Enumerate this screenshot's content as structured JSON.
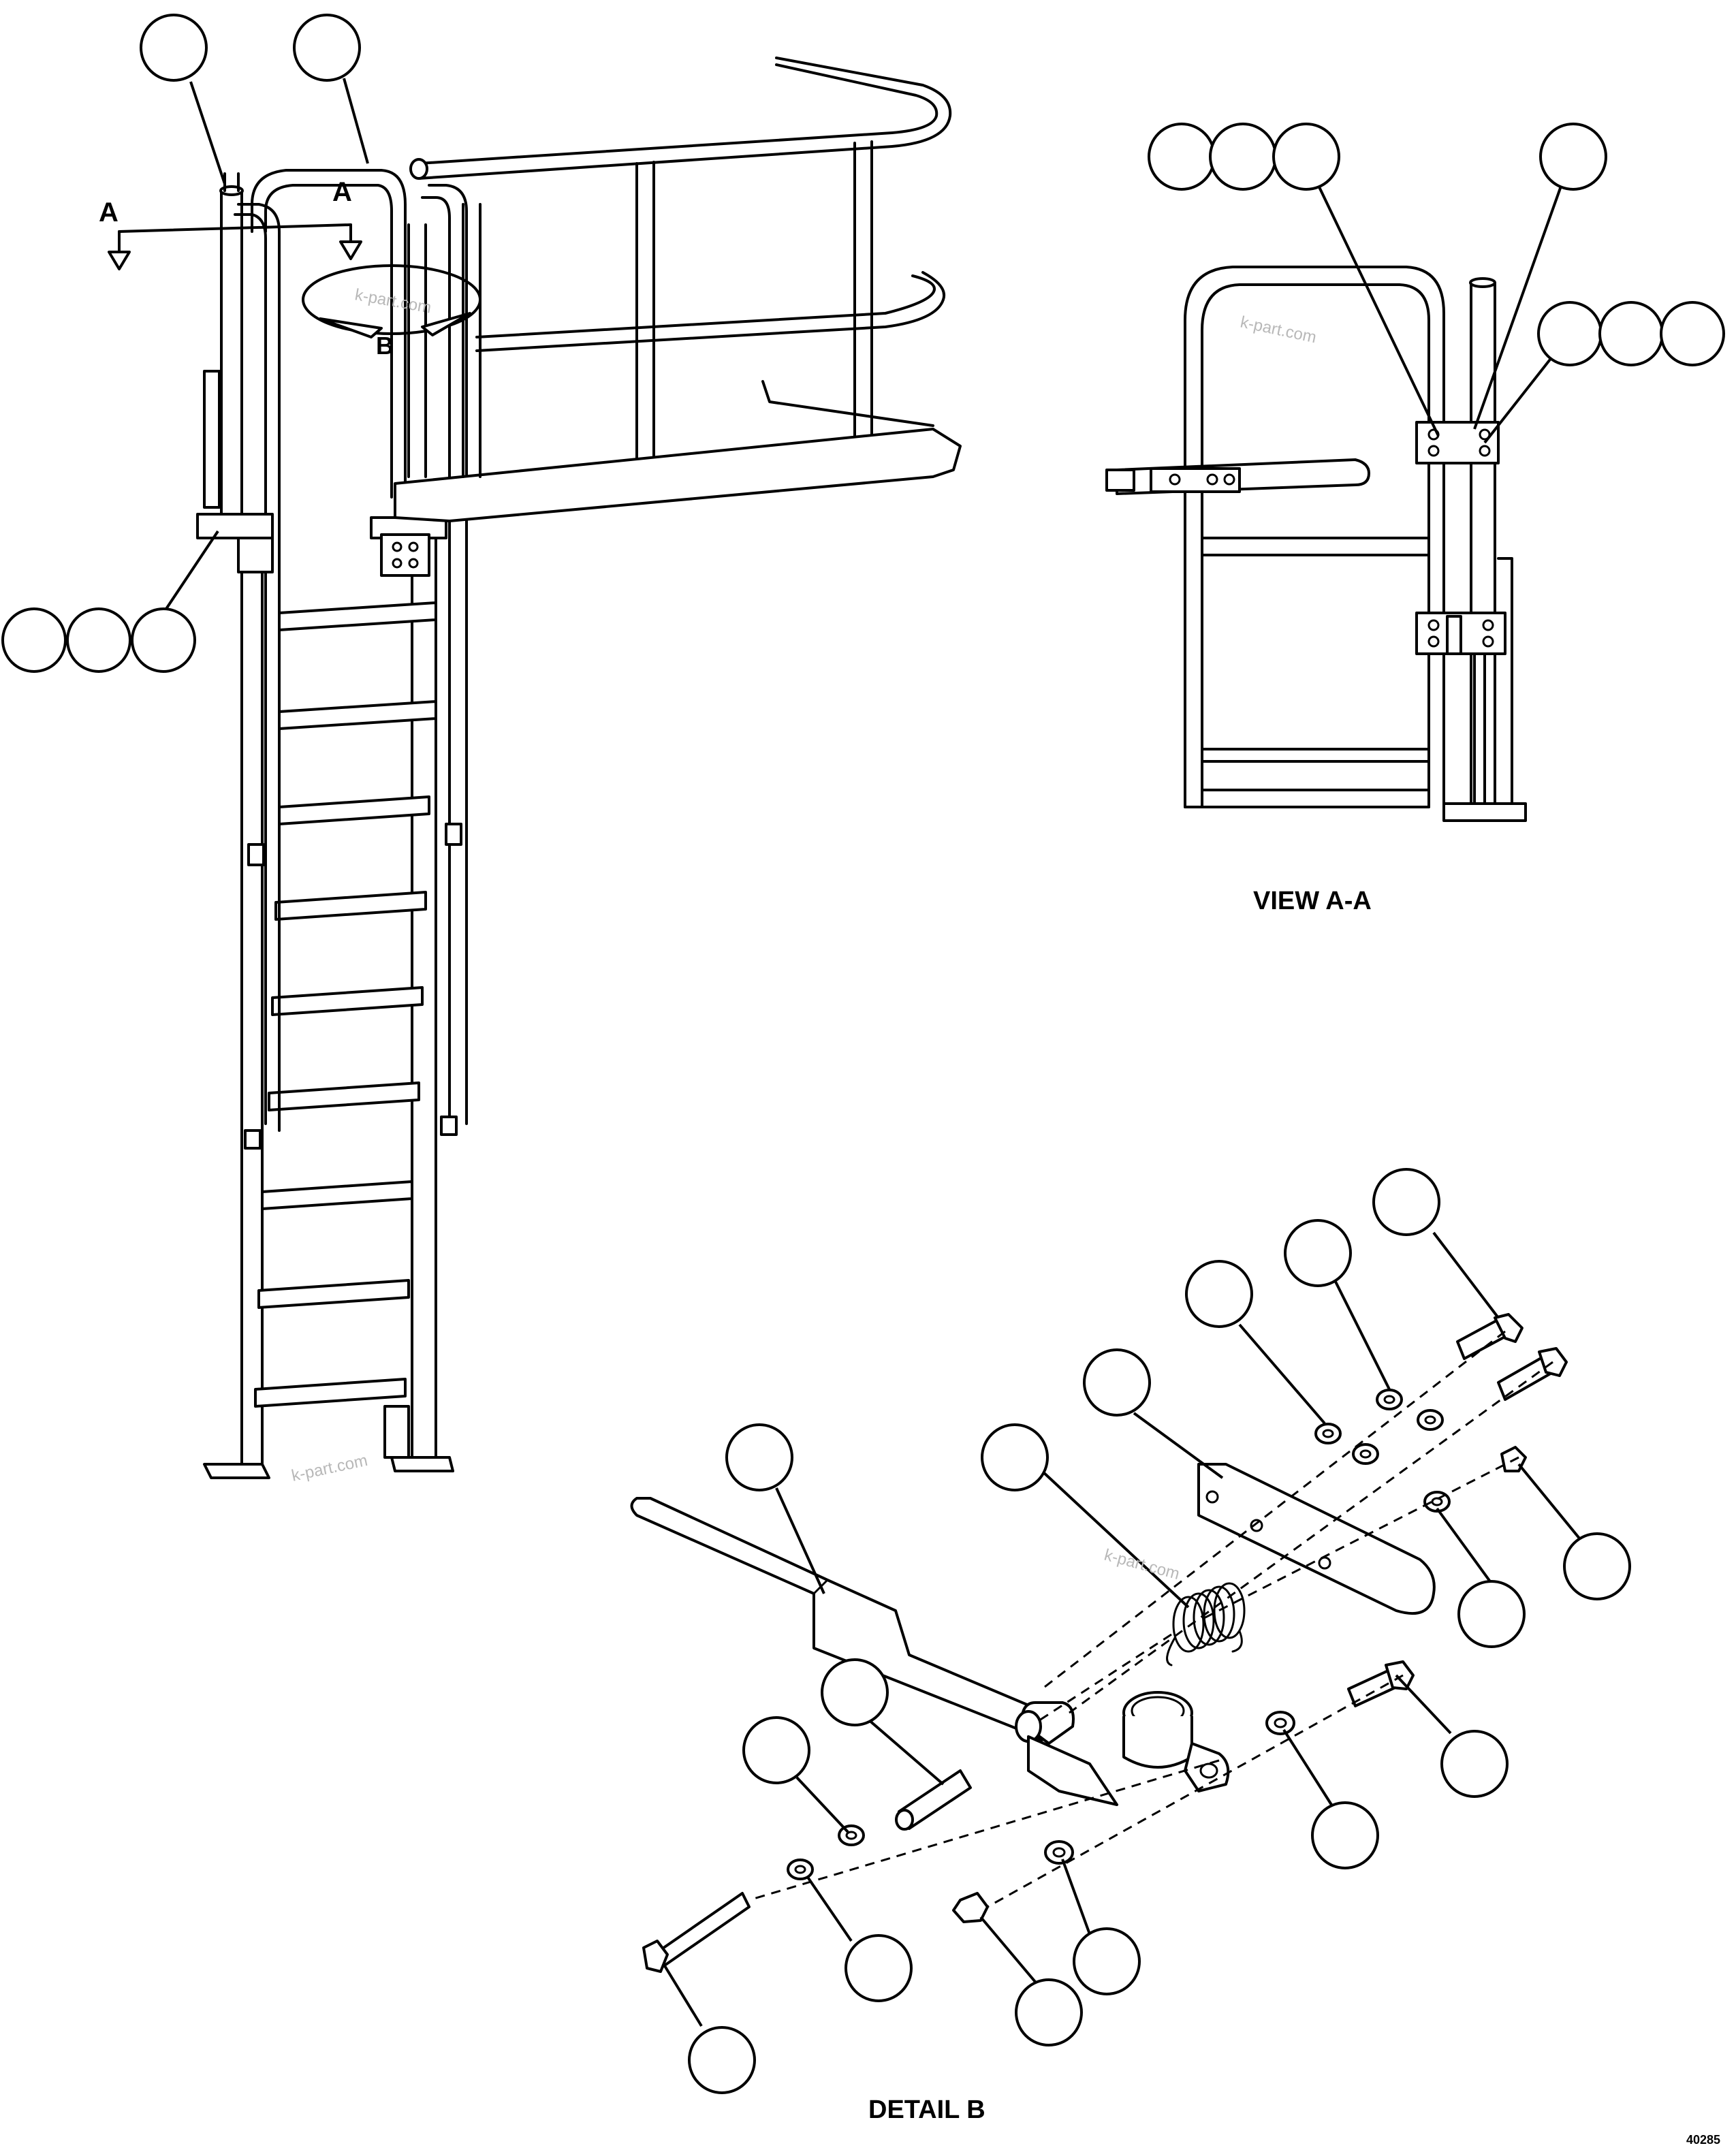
{
  "labels": {
    "section_arrow_left": "A",
    "section_arrow_right": "A",
    "detail_marker": "B",
    "view_title": "VIEW A-A",
    "detail_title": "DETAIL B",
    "drawing_number": "40285"
  },
  "watermarks": [
    "k-part.com",
    "k-part.com",
    "k-part.com",
    "k-part.com"
  ],
  "callouts": {
    "ladder_view": 5,
    "view_a_a": 7,
    "detail_b": 16
  }
}
